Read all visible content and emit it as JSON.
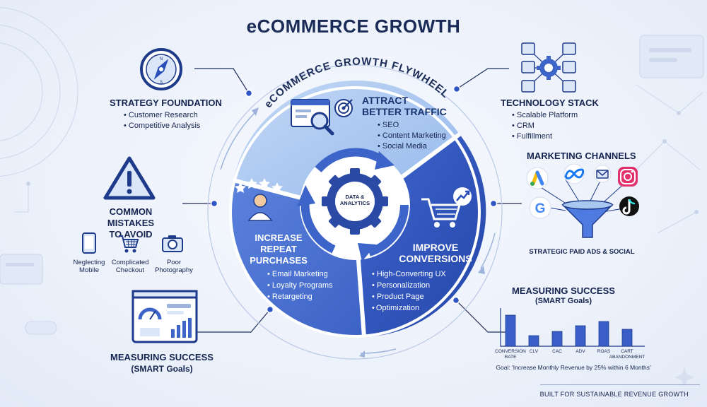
{
  "title": "eCOMMERCE GROWTH",
  "flywheel": {
    "arc_title": "eCOMMERCE GROWTH FLYWHEEL",
    "hub": {
      "line1": "DATA &",
      "line2": "ANALYTICS"
    },
    "attract": {
      "title_line1": "ATTRACT",
      "title_line2": "BETTER TRAFFIC",
      "items": [
        "SEO",
        "Content Marketing",
        "Social Media"
      ]
    },
    "improve": {
      "title_line1": "IMPROVE",
      "title_line2": "CONVERSIONS",
      "items": [
        "High-Converting UX",
        "Personalization",
        "Product Page",
        "Optimization"
      ]
    },
    "repeat": {
      "title_line1": "INCREASE",
      "title_line2": "REPEAT",
      "title_line3": "PURCHASES",
      "items": [
        "Email Marketing",
        "Loyalty Programs",
        "Retargeting"
      ]
    }
  },
  "strategy": {
    "title": "STRATEGY FOUNDATION",
    "items": [
      "Customer Research",
      "Competitive Analysis"
    ]
  },
  "mistakes": {
    "title_line1": "COMMON MISTAKES",
    "title_line2": "TO AVOID",
    "items": [
      {
        "line1": "Neglecting",
        "line2": "Mobile",
        "icon": "mobile-phone-icon"
      },
      {
        "line1": "Complicated",
        "line2": "Checkout",
        "icon": "shopping-cart-icon"
      },
      {
        "line1": "Poor",
        "line2": "Photography",
        "icon": "camera-icon"
      }
    ]
  },
  "measure_left": {
    "title": "MEASURING SUCCESS",
    "subtitle": "(SMART Goals)"
  },
  "tech": {
    "title": "TECHNOLOGY STACK",
    "items": [
      "Scalable Platform",
      "CRM",
      "Fulfillment"
    ]
  },
  "marketing": {
    "title": "MARKETING CHANNELS",
    "caption": "STRATEGIC PAID ADS & SOCIAL"
  },
  "measure_right": {
    "title": "MEASURING SUCCESS",
    "subtitle": "(SMART Goals)",
    "goal": "Goal: 'Increase Monthly Revenue by 25% within 6 Months'"
  },
  "chart_data": {
    "type": "bar",
    "categories": [
      "CONVERSION RATE",
      "CLV",
      "CAC",
      "ADV",
      "ROAS",
      "CART ABANDONMENT"
    ],
    "category_labels": [
      {
        "line1": "CONVERSION",
        "line2": "RATE"
      },
      {
        "line1": "CLV",
        "line2": ""
      },
      {
        "line1": "CAC",
        "line2": ""
      },
      {
        "line1": "ADV",
        "line2": ""
      },
      {
        "line1": "ROAS",
        "line2": ""
      },
      {
        "line1": "CART",
        "line2": "ABANDONMENT"
      }
    ],
    "values": [
      88,
      30,
      42,
      58,
      70,
      48
    ],
    "ylim": [
      0,
      100
    ],
    "grid": false,
    "bar_color": "#3a5ec8"
  },
  "footer": "BUILT FOR SUSTAINABLE REVENUE GROWTH",
  "colors": {
    "navy": "#15244f",
    "light_blue": "#a9c8f0",
    "mid_blue": "#3d64c8",
    "deep_blue": "#2a4fb8",
    "accent": "#4670d6"
  }
}
